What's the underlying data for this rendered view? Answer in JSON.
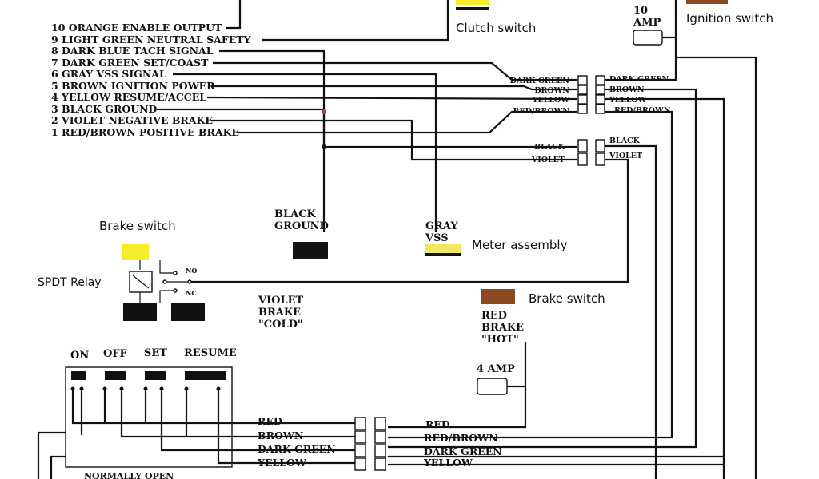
{
  "harness_pins": [
    "10 ORANGE ENABLE OUTPUT",
    "9 LIGHT GREEN NEUTRAL SAFETY",
    "8 DARK BLUE TACH SIGNAL",
    "7 DARK GREEN SET/COAST",
    "6 GRAY VSS SIGNAL",
    "5 BROWN IGNITION POWER",
    "4 YELLOW RESUME/ACCEL",
    "3 BLACK GROUND",
    "2 VIOLET NEGATIVE BRAKE",
    "1 RED/BROWN POSITIVE BRAKE"
  ],
  "components": {
    "clutch_switch": "Clutch switch",
    "ignition_switch": "Ignition switch",
    "fuse_top": "10\nAMP",
    "brake_switch_left": "Brake switch",
    "spdt_relay": "SPDT Relay",
    "meter_assembly": "Meter assembly",
    "brake_switch_right": "Brake switch",
    "fuse_bottom": "4 AMP",
    "relay_no": "NO",
    "relay_nc": "NC"
  },
  "labels": {
    "black_ground": "BLACK\nGROUND",
    "gray_vss": "GRAY\nVSS",
    "violet_brake": "VIOLET\nBRAKE\n\"COLD\"",
    "red_brake": "RED\nBRAKE\n\"HOT\"",
    "normally_open": "NORMALLY OPEN"
  },
  "connector_upper_left": [
    "DARK GREEN",
    "BROWN",
    "YELLOW",
    "RED/BROWN"
  ],
  "connector_upper_right": [
    "DARK GREEN",
    "BROWN",
    "YELLOW",
    "RED/BROWN"
  ],
  "connector_mid_left": [
    "BLACK",
    "VIOLET"
  ],
  "connector_mid_right": [
    "BLACK",
    "VIOLET"
  ],
  "control_buttons": [
    "ON",
    "OFF",
    "SET",
    "RESUME"
  ],
  "connector_bottom_left": [
    "RED",
    "BROWN",
    "DARK GREEN",
    "YELLOW"
  ],
  "connector_bottom_right": [
    "RED",
    "RED/BROWN",
    "DARK GREEN",
    "YELLOW"
  ],
  "colors": {
    "brake_switch_left": "#f5ec2a",
    "brake_switch_right": "#8b4a22",
    "ignition_switch": "#8b4a22",
    "clutch_switch": "#f5ec2a",
    "gray_vss": "#f0e860",
    "ground_block": "#111111",
    "splice": "#c23a3a"
  }
}
